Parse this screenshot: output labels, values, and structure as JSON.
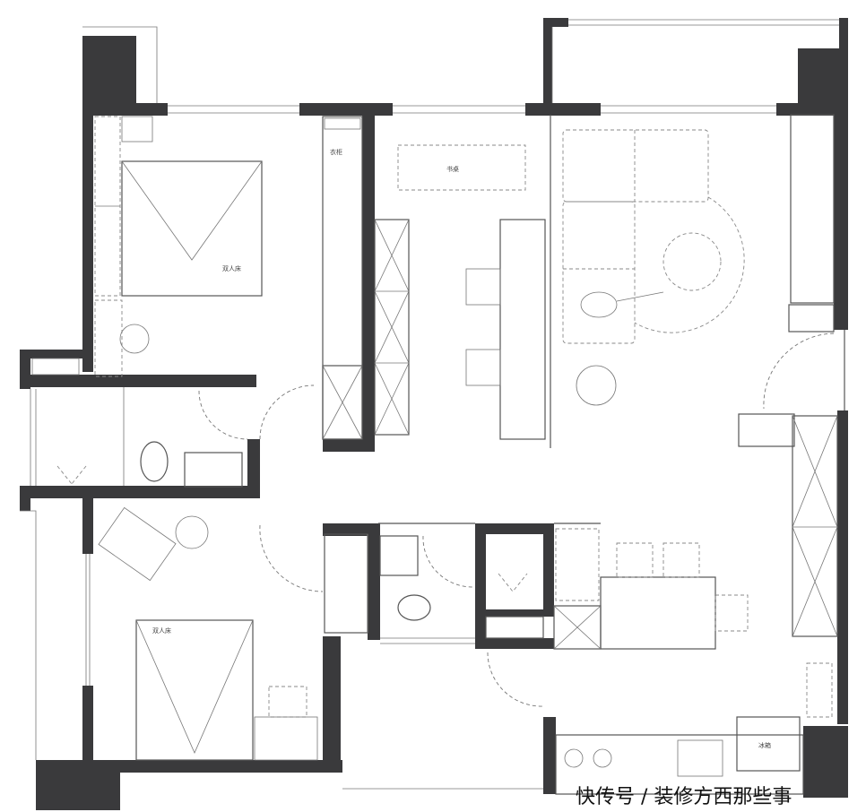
{
  "labels": {
    "desk": "书桌",
    "wardrobe": "衣柜",
    "bed_top": "双人床",
    "bed_bottom": "双人床",
    "fridge": "冰箱"
  },
  "watermark": "快传号 / 装修方西那些事",
  "colors": {
    "wall": "#3a3a3c",
    "line": "#555555",
    "background": "#ffffff"
  }
}
